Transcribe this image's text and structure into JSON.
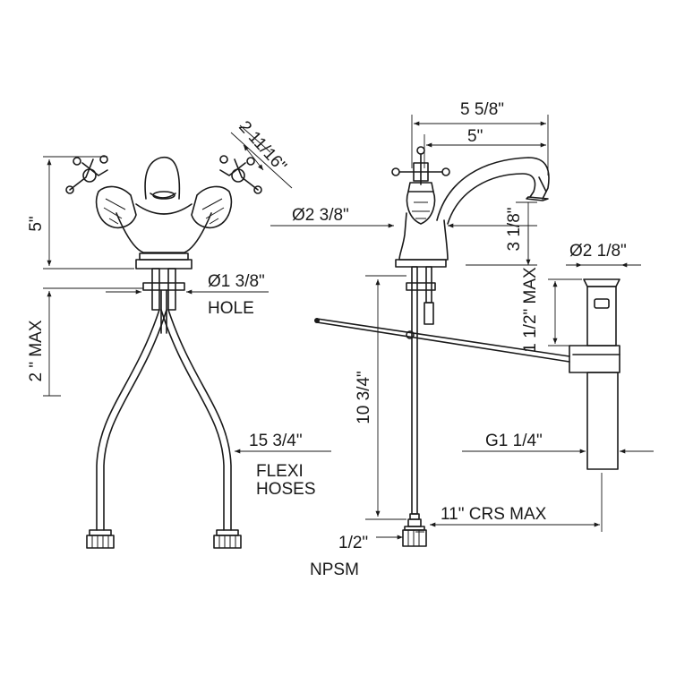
{
  "dimensions": {
    "front_height": "5\"",
    "max_deck": "2 \" MAX",
    "handle_spread": "2 11/16\"",
    "hole_dia": "Ø1 3/8\"",
    "hole_label": "HOLE",
    "hose_length": "15 3/4\"",
    "flexi_1": "FLEXI",
    "flexi_2": "HOSES",
    "reach_overall": "5 5/8\"",
    "reach_spout": "5\"",
    "base_dia": "Ø2 3/8\"",
    "spout_height": "3 1/8\"",
    "drain_dia": "Ø2 1/8\"",
    "drain_max": "1 1/2\" MAX",
    "total_height": "10  3/4\"",
    "thread": "G1 1/4\"",
    "centers": "11\" CRS MAX",
    "npsm_size": "1/2\"",
    "npsm_label": "NPSM"
  }
}
